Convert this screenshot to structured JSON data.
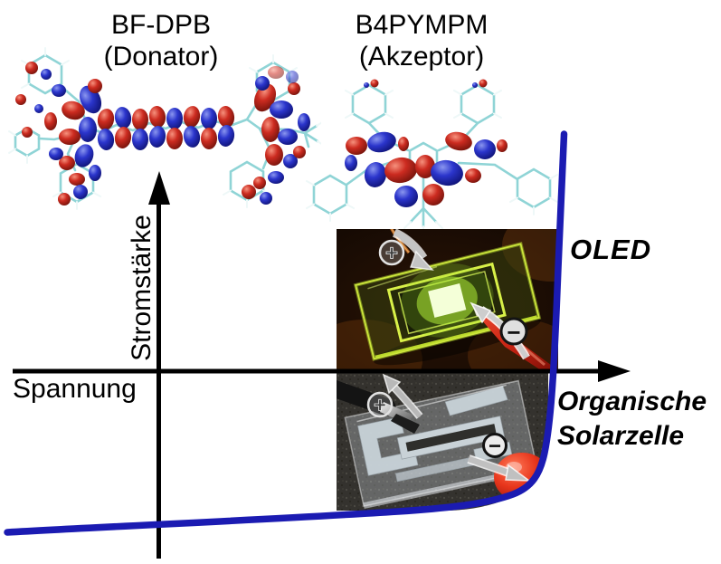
{
  "figure": {
    "background_color": "#ffffff",
    "molecules": {
      "donor": {
        "name": "BF-DPB",
        "role": "(Donator)"
      },
      "acceptor": {
        "name": "B4PYMPM",
        "role": "(Akzeptor)"
      }
    },
    "axes": {
      "y_label": "Stromstärke",
      "x_label": "Spannung",
      "axis_color": "#000000"
    },
    "curve": {
      "type": "diode-iv-curve",
      "color": "#1b1bb2",
      "description": "Current-voltage characteristic: flat slightly rising branch below zero current for negative/low voltage, steep exponential rise at forward voltage"
    },
    "devices": {
      "oled": {
        "label": "OLED",
        "anode_symbol": "+",
        "cathode_symbol": "−"
      },
      "solar_cell": {
        "label_line1": "Organische",
        "label_line2": "Solarzelle",
        "anode_symbol": "+",
        "cathode_symbol": "−"
      }
    },
    "orbital_colors": {
      "positive_lobe": "#cc2b20",
      "negative_lobe": "#2b35cc",
      "bond_sticks": "#8fd4d6"
    }
  }
}
